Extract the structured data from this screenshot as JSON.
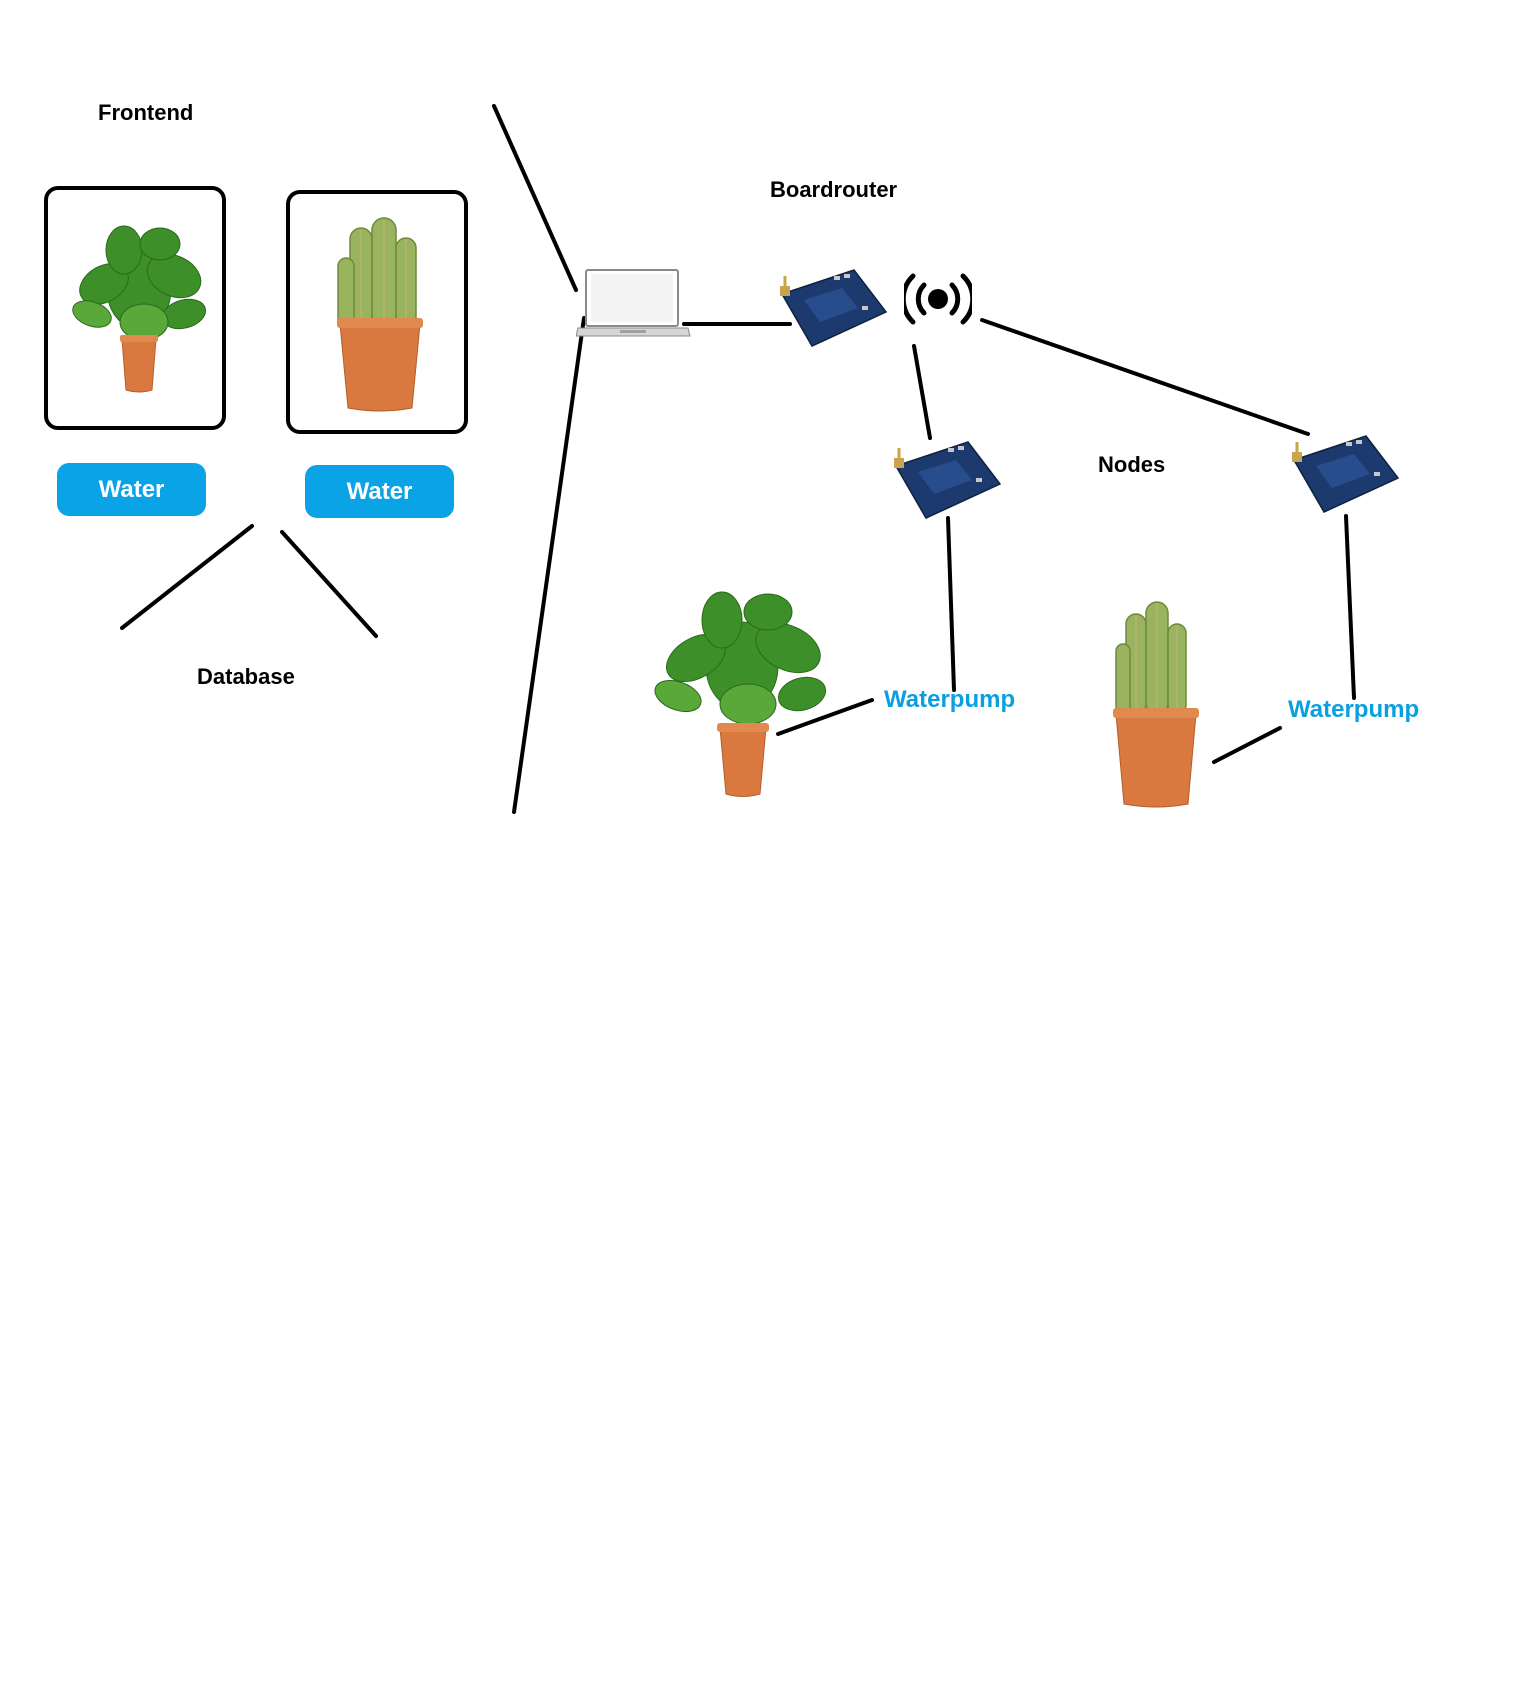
{
  "labels": {
    "frontend": "Frontend",
    "database": "Database",
    "boardrouter": "Boardrouter",
    "nodes": "Nodes"
  },
  "frontend": {
    "cards": [
      {
        "plant": "leafy-plant",
        "button_label": "Water"
      },
      {
        "plant": "cactus-plant",
        "button_label": "Water"
      }
    ]
  },
  "devices": {
    "laptop": "laptop-icon",
    "router_board": "circuit-board-icon",
    "wireless": "wireless-signal-icon"
  },
  "nodes": [
    {
      "pump_label": "Waterpump",
      "plant": "leafy-plant"
    },
    {
      "pump_label": "Waterpump",
      "plant": "cactus-plant"
    }
  ],
  "colors": {
    "accent": "#0aa4e6",
    "pump_text": "#0a9fe0",
    "board": "#1d3a6e",
    "pot": "#d9793f",
    "leaf": "#3d8f2a",
    "cactus": "#9ab35e"
  }
}
